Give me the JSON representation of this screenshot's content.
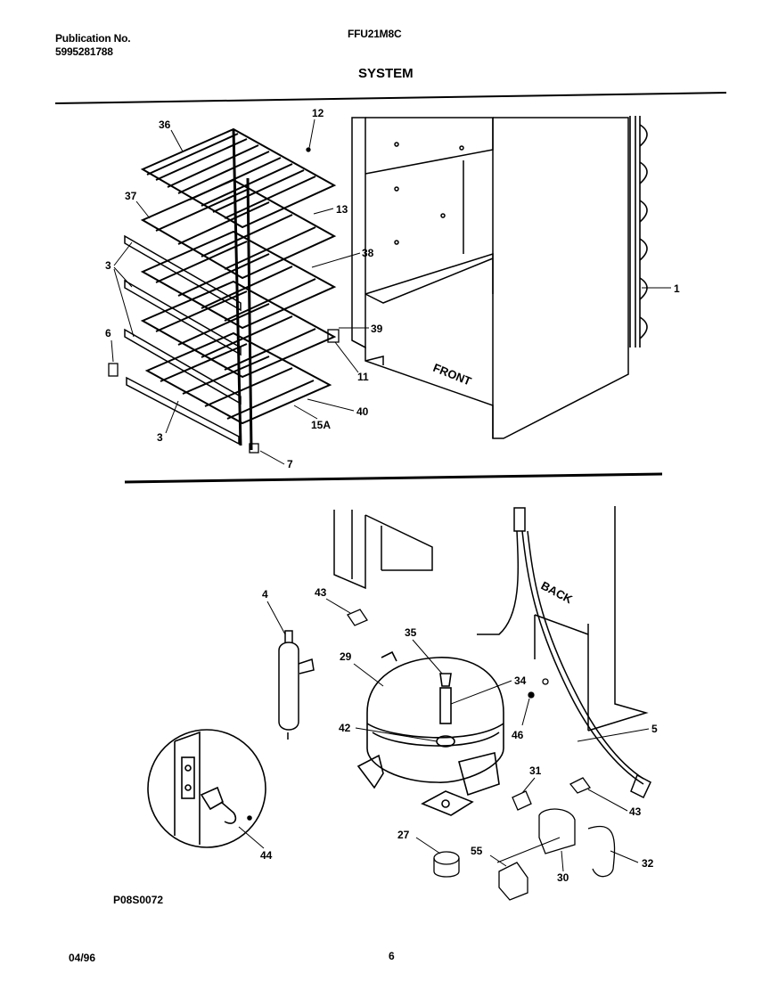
{
  "header": {
    "publication_label": "Publication No.",
    "publication_number": "5995281788",
    "model": "FFU21M8C",
    "title": "SYSTEM"
  },
  "top_diagram": {
    "labels": {
      "p36": "36",
      "p12": "12",
      "p37": "37",
      "p13": "13",
      "p3a": "3",
      "p38": "38",
      "p1": "1",
      "p6": "6",
      "p39": "39",
      "p11": "11",
      "p40": "40",
      "p15a": "15A",
      "p3b": "3",
      "p7": "7"
    },
    "front_text": "FRONT"
  },
  "bottom_diagram": {
    "labels": {
      "p4": "4",
      "p43a": "43",
      "p35": "35",
      "p29": "29",
      "p34": "34",
      "p42": "42",
      "p46": "46",
      "p5": "5",
      "p31": "31",
      "p43b": "43",
      "p27": "27",
      "p55": "55",
      "p30": "30",
      "p32": "32",
      "p44": "44"
    },
    "back_text": "BACK"
  },
  "footer": {
    "code": "P08S0072",
    "date": "04/96",
    "page": "6"
  }
}
